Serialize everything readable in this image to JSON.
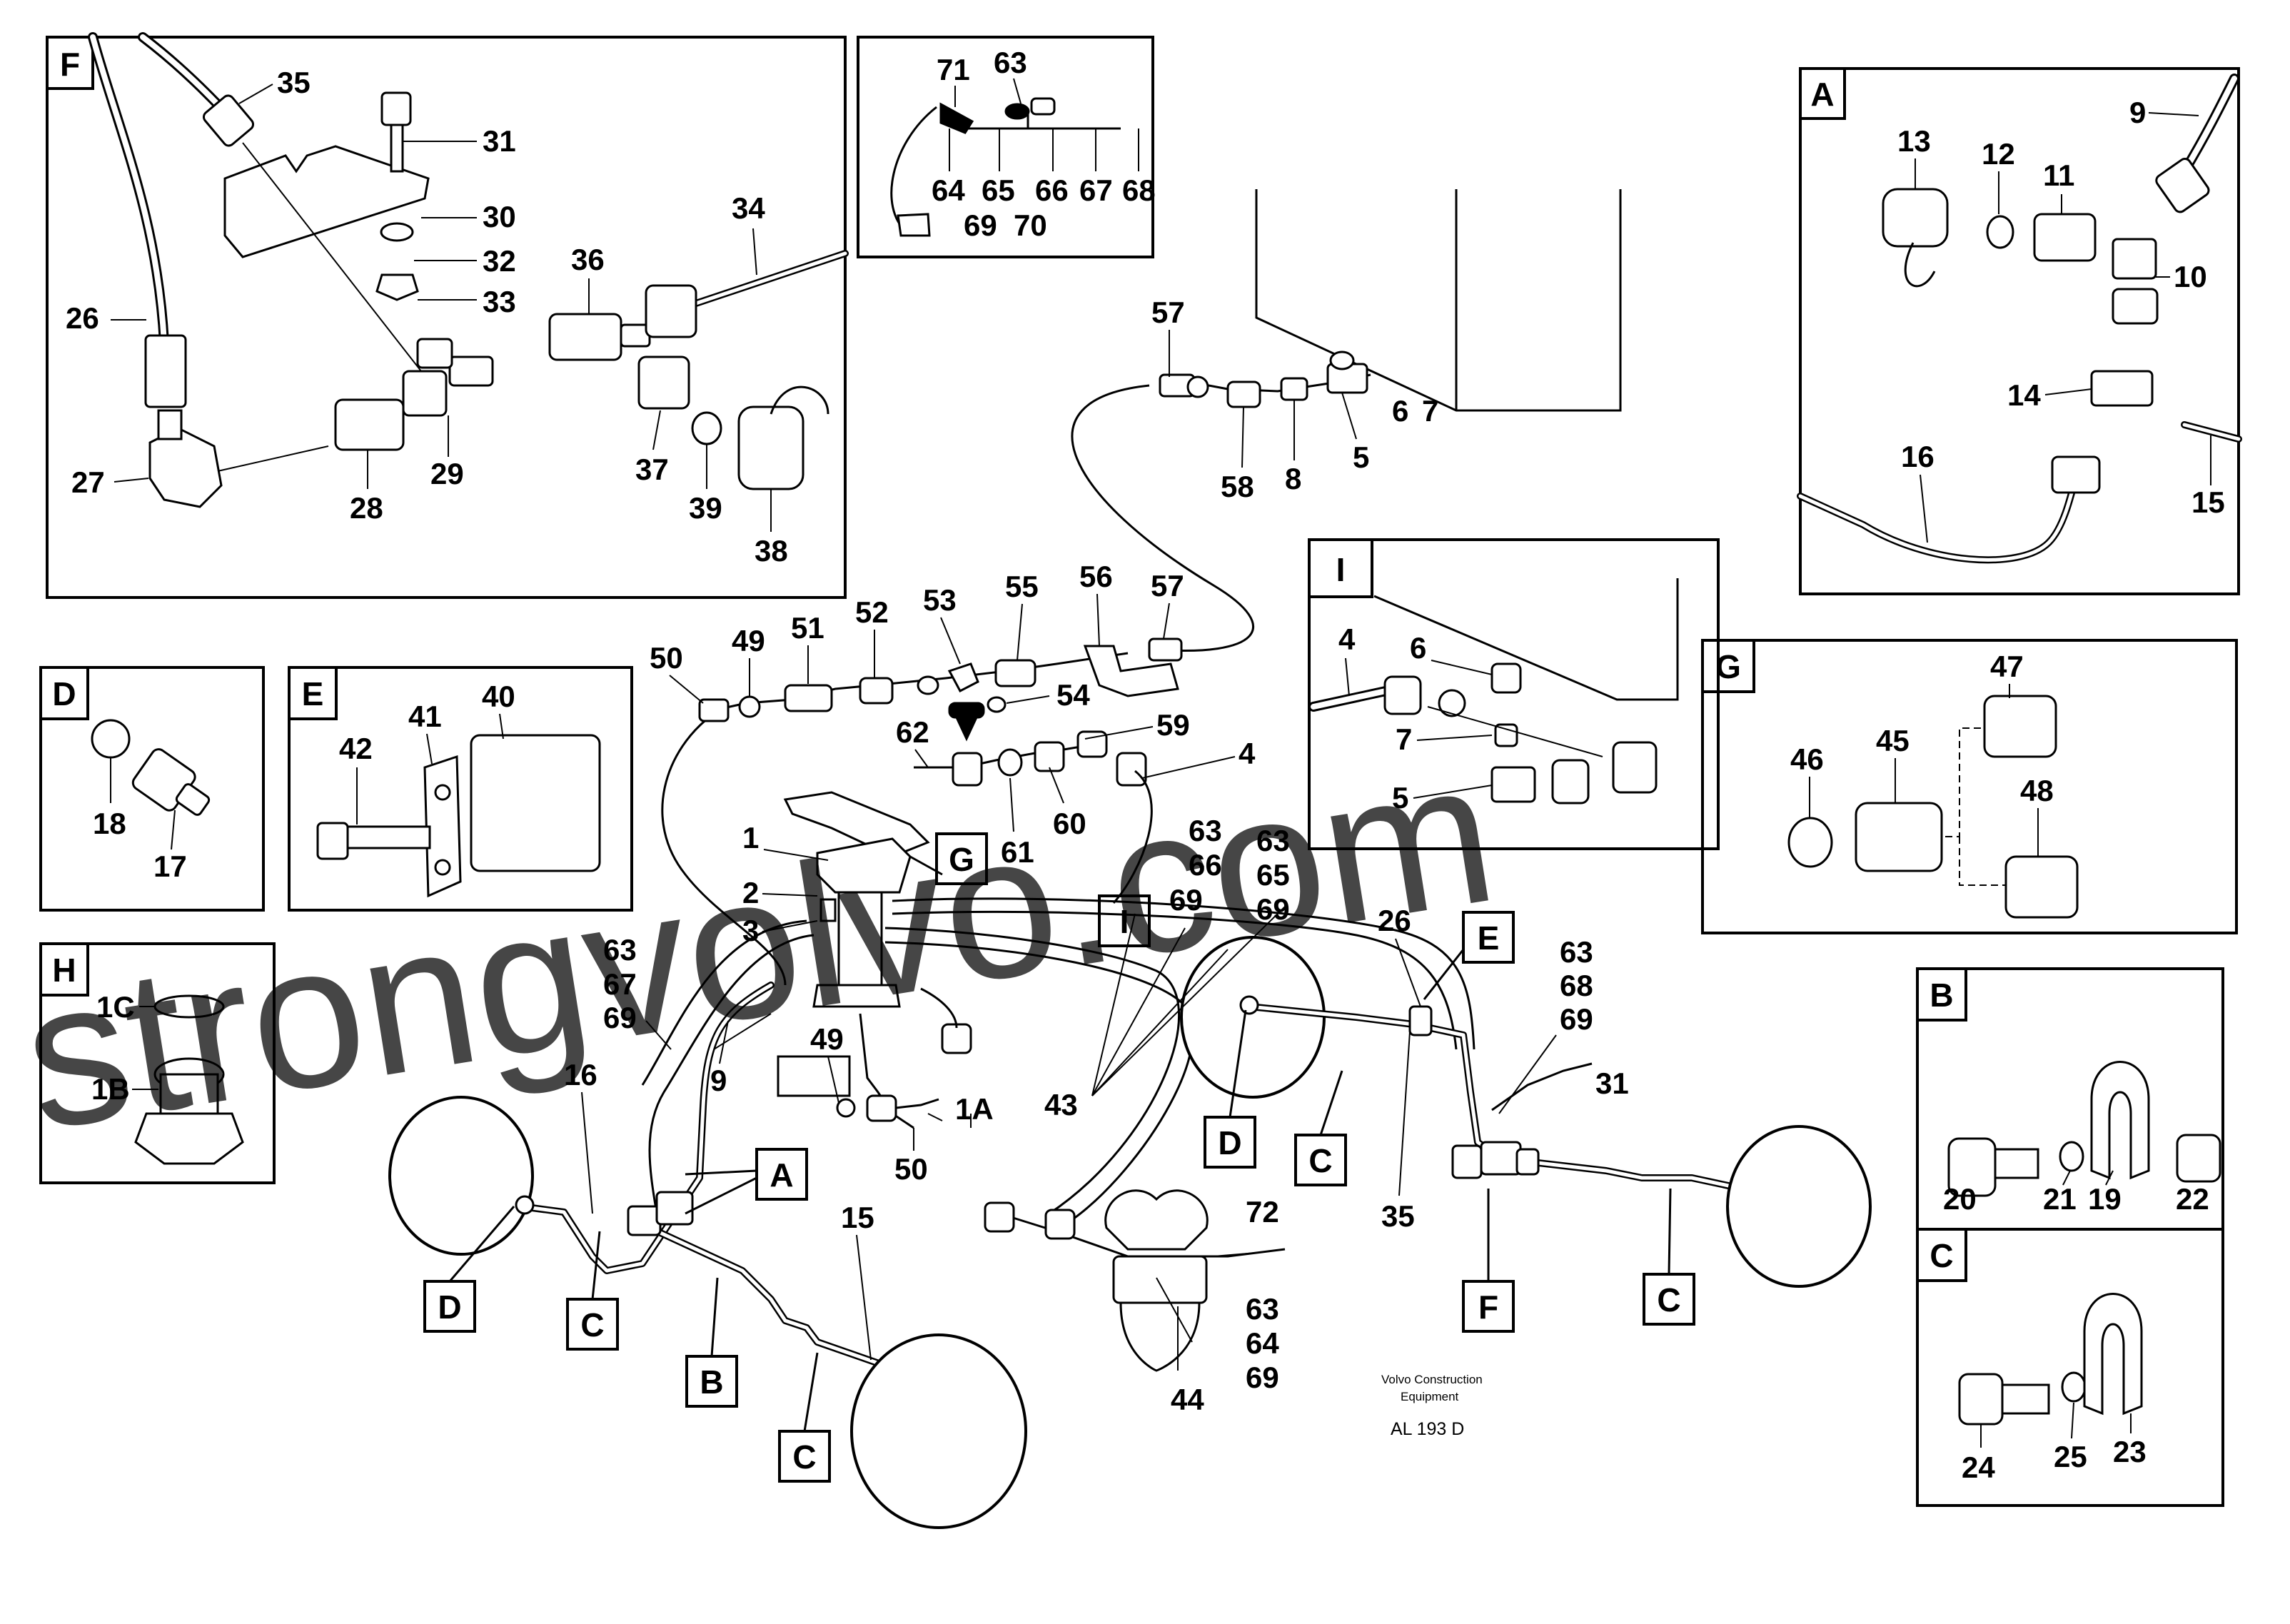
{
  "panels": {
    "F": "F",
    "A": "A",
    "I": "I",
    "D": "D",
    "E": "E",
    "G": "G",
    "H": "H",
    "B": "B",
    "C": "C"
  },
  "callouts": {
    "main_I": "I",
    "main_G": "G",
    "main_E": "E",
    "main_A": "A",
    "main_F": "F",
    "main_D1": "D",
    "main_C1": "C",
    "main_B1": "B",
    "main_C2": "C",
    "main_D2": "D",
    "main_C3": "C",
    "main_C4": "C"
  },
  "labels": {
    "f35": "35",
    "f31": "31",
    "f30": "30",
    "f32": "32",
    "f33": "33",
    "f34": "34",
    "f36": "36",
    "f26": "26",
    "f27": "27",
    "f28": "28",
    "f29": "29",
    "f37": "37",
    "f39": "39",
    "f38": "38",
    "k71": "71",
    "k63": "63",
    "k64": "64",
    "k65": "65",
    "k66": "66",
    "k67": "67",
    "k68": "68",
    "k69": "69",
    "k70": "70",
    "a9": "9",
    "a13": "13",
    "a12": "12",
    "a11": "11",
    "a10": "10",
    "a14": "14",
    "a16": "16",
    "a15": "15",
    "m57a": "57",
    "m6": "6",
    "m7": "7",
    "m58": "58",
    "m8": "8",
    "m5": "5",
    "m50": "50",
    "m49": "49",
    "m51": "51",
    "m52": "52",
    "m53": "53",
    "m55": "55",
    "m56": "56",
    "m57b": "57",
    "m54": "54",
    "m62": "62",
    "m59": "59",
    "m4": "4",
    "m60": "60",
    "m61": "61",
    "m1": "1",
    "m2": "2",
    "m3": "3",
    "m63a": "63",
    "m66a": "66",
    "m69a": "69",
    "m63b": "63",
    "m65b": "65",
    "m69b": "69",
    "m63c": "63",
    "m67c": "67",
    "m69c": "69",
    "m49b": "49",
    "m9": "9",
    "m1A": "1A",
    "m43": "43",
    "m50b": "50",
    "m16": "16",
    "m15": "15",
    "m26": "26",
    "m63d": "63",
    "m68d": "68",
    "m69d": "69",
    "m31": "31",
    "m35": "35",
    "m72": "72",
    "m63e": "63",
    "m64e": "64",
    "m69e": "69",
    "m44": "44",
    "i4": "4",
    "i6": "6",
    "i7": "7",
    "i5": "5",
    "d18": "18",
    "d17": "17",
    "e42": "42",
    "e41": "41",
    "e40": "40",
    "g47": "47",
    "g46": "46",
    "g45": "45",
    "g48": "48",
    "h1C": "1C",
    "h1B": "1B",
    "b20": "20",
    "b21": "21",
    "b19": "19",
    "b22": "22",
    "c24": "24",
    "c25": "25",
    "c23": "23"
  },
  "footer": {
    "company": "Volvo Construction",
    "company2": "Equipment",
    "code": "AL 193 D"
  },
  "watermark": "strongvolvo.com"
}
